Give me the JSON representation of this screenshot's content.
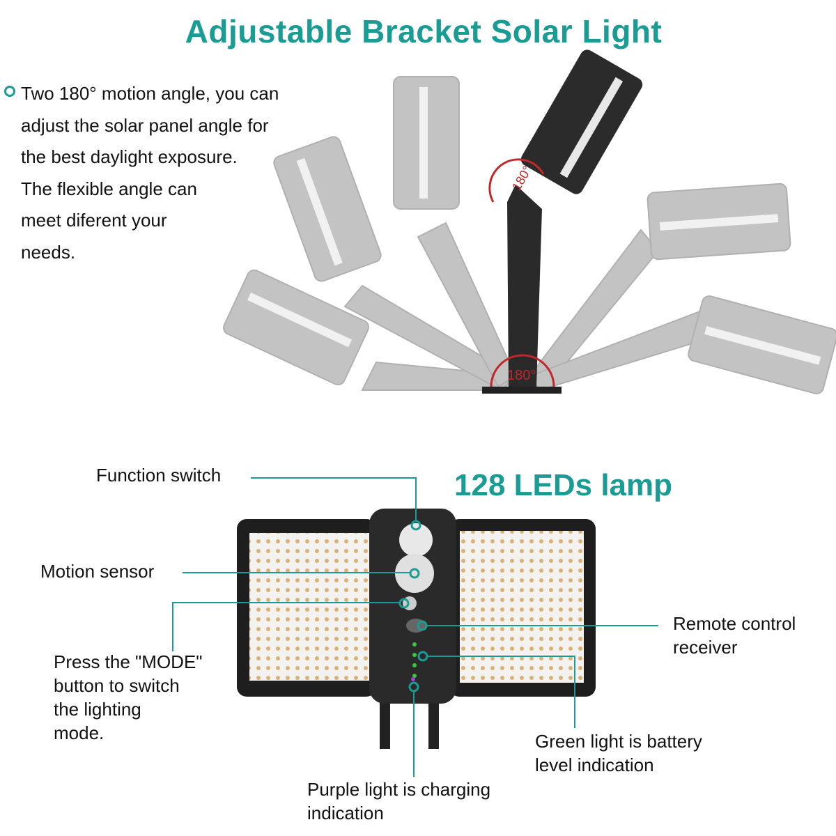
{
  "title": "Adjustable Bracket Solar Light",
  "description": [
    "Two 180° motion angle, you can",
    "adjust the solar panel angle for",
    "the best daylight exposure.",
    "The flexible angle can",
    "meet diferent your",
    "needs."
  ],
  "angle_marks": [
    "180°",
    "180°"
  ],
  "lamp_title": "128 LEDs lamp",
  "callouts": {
    "function_switch": "Function switch",
    "motion_sensor": "Motion sensor",
    "mode": [
      "Press the \"MODE\"",
      "button to switch",
      "the lighting",
      "mode."
    ],
    "remote": [
      "Remote control",
      "receiver"
    ],
    "green": [
      "Green light is battery",
      "level indication"
    ],
    "purple": [
      "Purple light is charging",
      "indication"
    ]
  },
  "colors": {
    "accent": "#1a9b93",
    "angle_mark": "#c0282a",
    "battery_led": "#3cc83c",
    "charge_led": "#a040d0"
  }
}
